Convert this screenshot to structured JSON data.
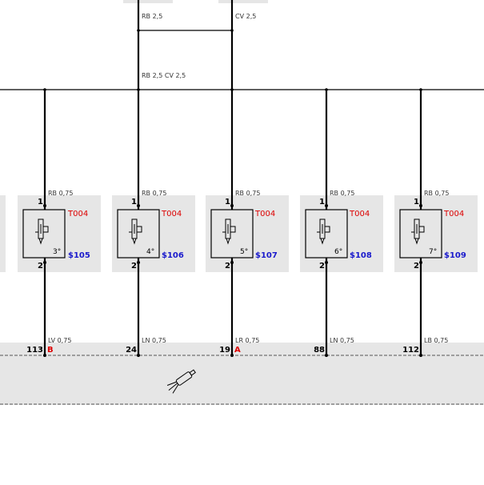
{
  "supply": {
    "left_label": "RB 2,5",
    "right_label": "CV 2,5",
    "bus_label": "RB 2,5 CV 2,5"
  },
  "injectors": [
    {
      "pin_top": "1",
      "pin_bottom": "2",
      "top_wire": "RB 0,75",
      "code": "T004",
      "cyl": "3°",
      "ref": "$105",
      "bottom_wire": "LV 0,75",
      "conn_num": "113",
      "conn_letter": "B"
    },
    {
      "pin_top": "1",
      "pin_bottom": "2",
      "top_wire": "RB 0,75",
      "code": "T004",
      "cyl": "4°",
      "ref": "$106",
      "bottom_wire": "LN 0,75",
      "conn_num": "24",
      "conn_letter": ""
    },
    {
      "pin_top": "1",
      "pin_bottom": "2",
      "top_wire": "RB 0,75",
      "code": "T004",
      "cyl": "5°",
      "ref": "$107",
      "bottom_wire": "LR 0,75",
      "conn_num": "19",
      "conn_letter": "A"
    },
    {
      "pin_top": "1",
      "pin_bottom": "2",
      "top_wire": "RB 0,75",
      "code": "T004",
      "cyl": "6°",
      "ref": "$108",
      "bottom_wire": "LN 0,75",
      "conn_num": "88",
      "conn_letter": ""
    },
    {
      "pin_top": "1",
      "pin_bottom": "2",
      "top_wire": "RB 0,75",
      "code": "T004",
      "cyl": "7°",
      "ref": "$109",
      "bottom_wire": "LB 0,75",
      "conn_num": "112",
      "conn_letter": ""
    }
  ],
  "colors": {
    "wire": "#000000",
    "panel": "#e6e6e6",
    "code_red": "#dd0000",
    "ref_blue": "#1a1acc"
  },
  "icons": {
    "ecu_connector": "connector-plug-icon",
    "injector": "injector-icon"
  }
}
